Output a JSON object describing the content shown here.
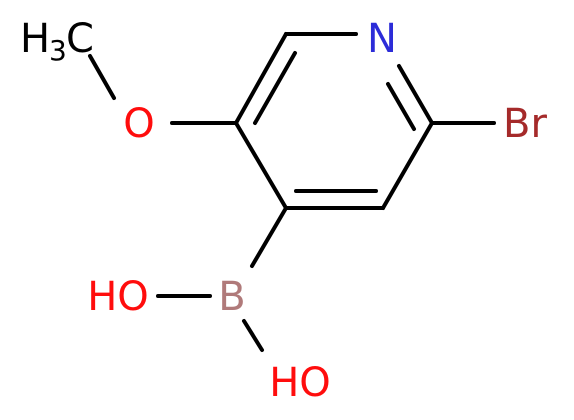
{
  "molecule": {
    "atoms": {
      "n": {
        "label": "N"
      },
      "br": {
        "label": "Br"
      },
      "o_methoxy": {
        "label": "O"
      },
      "methyl": {
        "label_h": "H",
        "label_sub": "3",
        "label_c": "C"
      },
      "b": {
        "label": "B"
      },
      "oh_left": {
        "label": "HO"
      },
      "oh_bottom": {
        "label": "HO"
      }
    }
  },
  "colors": {
    "bond": "#000000",
    "nitrogen": "#2c2cd8",
    "bromine": "#a52a2a",
    "oxygen": "#ff0d0d",
    "boron": "#b07a7a",
    "carbon": "#000000"
  }
}
